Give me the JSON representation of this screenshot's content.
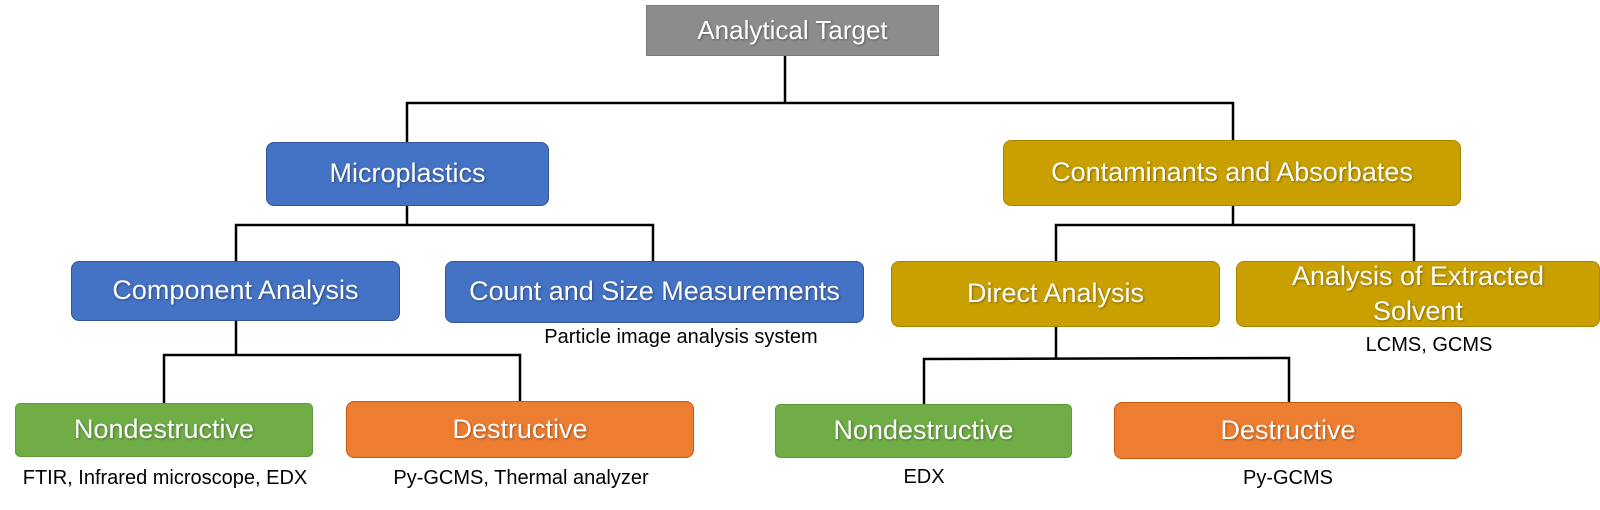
{
  "diagram": {
    "root": {
      "label": "Analytical Target"
    },
    "microplastics": {
      "label": "Microplastics",
      "component_analysis": {
        "label": "Component Analysis",
        "nondestructive": {
          "label": "Nondestructive",
          "methods": "FTIR, Infrared microscope, EDX"
        },
        "destructive": {
          "label": "Destructive",
          "methods": "Py-GCMS, Thermal analyzer"
        }
      },
      "count_size": {
        "label": "Count and Size Measurements",
        "methods": "Particle image analysis system"
      }
    },
    "contaminants": {
      "label": "Contaminants and Absorbates",
      "direct_analysis": {
        "label": "Direct Analysis",
        "nondestructive": {
          "label": "Nondestructive",
          "methods": "EDX"
        },
        "destructive": {
          "label": "Destructive",
          "methods": "Py-GCMS"
        }
      },
      "extracted_solvent": {
        "label": "Analysis of Extracted Solvent",
        "methods": "LCMS, GCMS"
      }
    },
    "colors": {
      "root": "#8c8c8c",
      "microplastics_branch": "#4472c4",
      "contaminants_branch": "#c9a000",
      "nondestructive": "#70ad47",
      "destructive": "#ed7d31",
      "connector": "#000000"
    }
  }
}
